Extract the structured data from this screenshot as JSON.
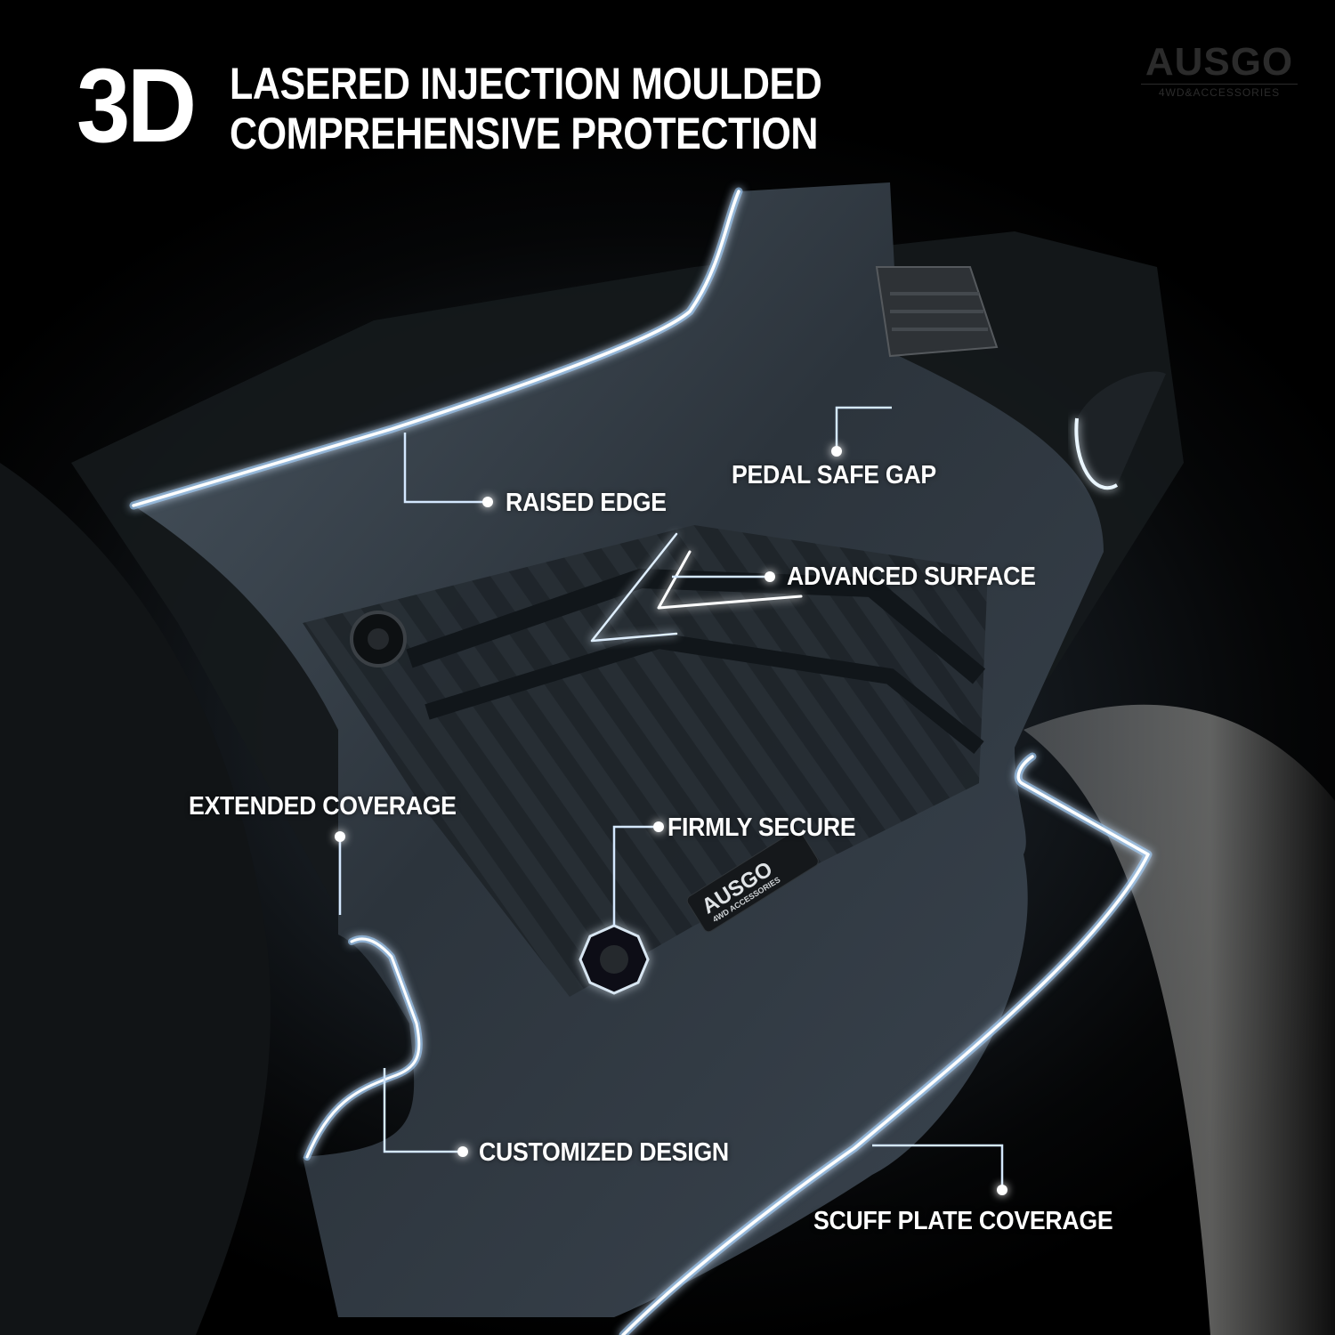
{
  "header": {
    "badge": "3D",
    "line1": "LASERED INJECTION MOULDED",
    "line2": "COMPREHENSIVE PROTECTION"
  },
  "brand": {
    "name": "AUSGO",
    "tagline": "4WD&ACCESSORIES"
  },
  "mat_logo": {
    "name": "AUSGO",
    "tagline": "4WD ACCESSORIES"
  },
  "callouts": [
    {
      "id": "raised-edge",
      "label": "RAISED EDGE"
    },
    {
      "id": "pedal-safe-gap",
      "label": "PEDAL SAFE GAP"
    },
    {
      "id": "advanced-surface",
      "label": "ADVANCED SURFACE"
    },
    {
      "id": "extended-coverage",
      "label": "EXTENDED COVERAGE"
    },
    {
      "id": "firmly-secure",
      "label": "FIRMLY SECURE"
    },
    {
      "id": "customized-design",
      "label": "CUSTOMIZED DESIGN"
    },
    {
      "id": "scuff-plate-coverage",
      "label": "SCUFF PLATE COVERAGE"
    }
  ],
  "colors": {
    "background": "#000000",
    "glow": "#9fd0ff",
    "glow_core": "#ffffff",
    "text": "#ffffff",
    "brand_text": "#2b2b2b",
    "mat": "#3a444e"
  }
}
